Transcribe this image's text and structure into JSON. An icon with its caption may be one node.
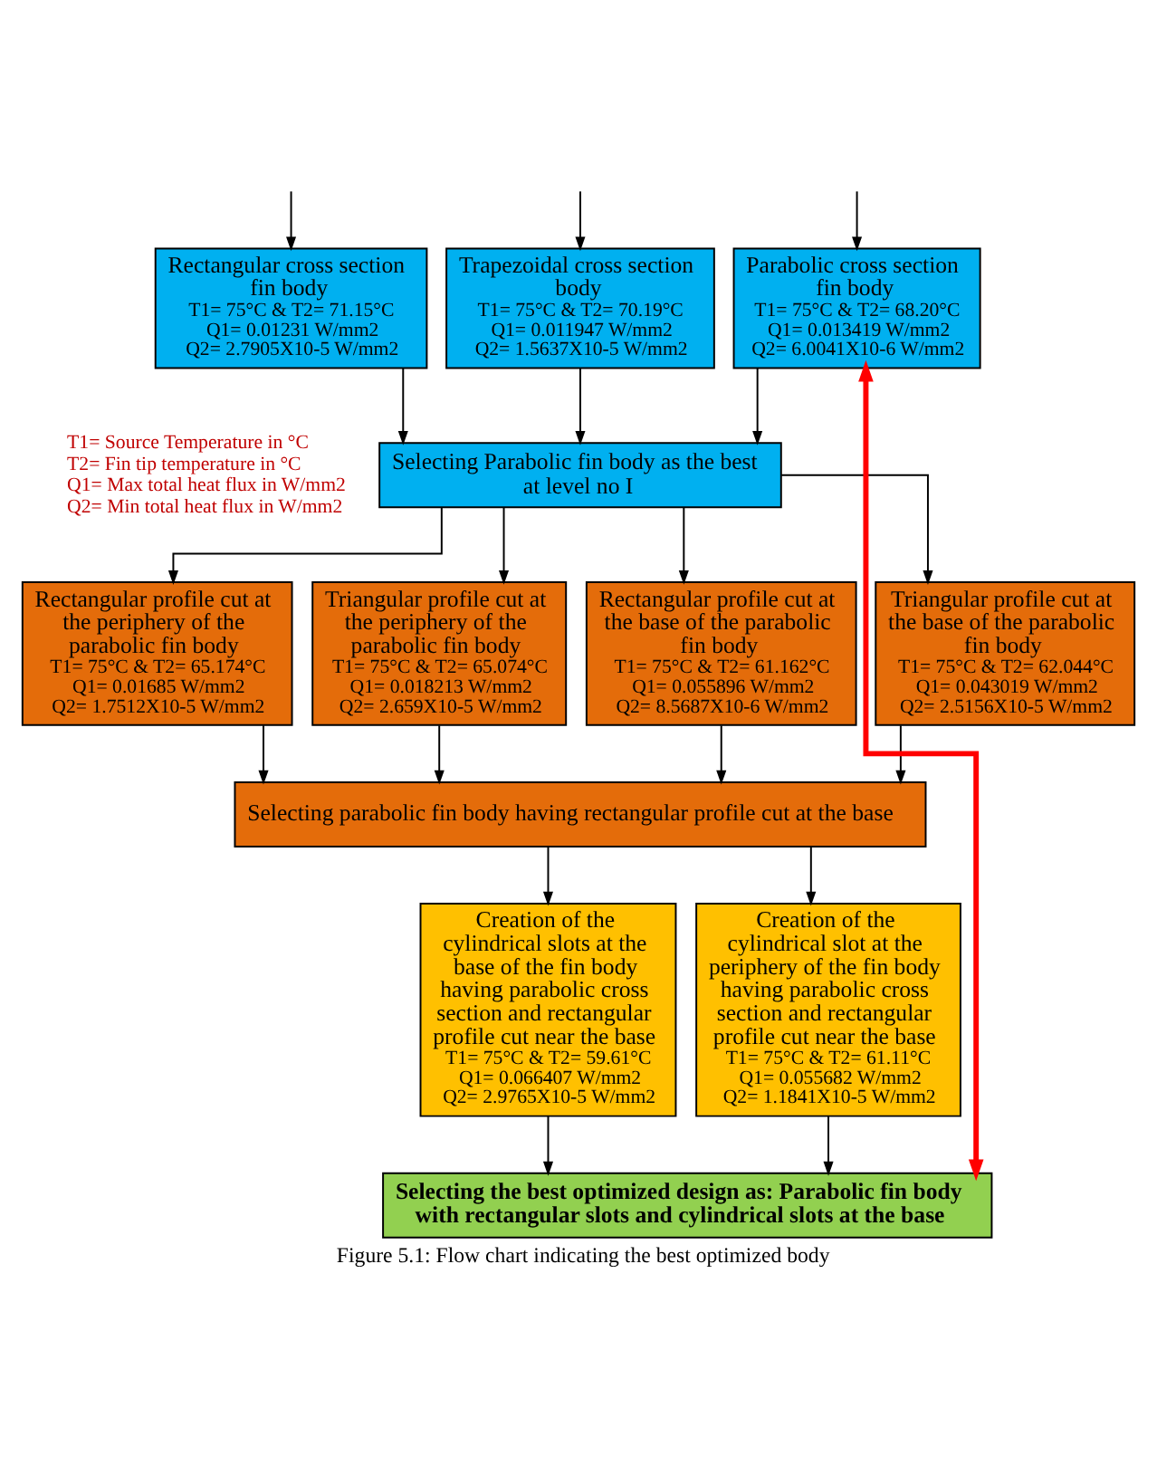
{
  "diagram": {
    "caption": "Figure 5.1: Flow chart indicating the best optimized body",
    "nodes": [
      {
        "text": [
          "Rectangular cross section fin body",
          "T1= 75°C & T2= 71.15°C",
          "Q1= 0.01231 W/mm2",
          "Q2= 2.7905X10-5 W/mm2"
        ]
      },
      {
        "text": [
          "Trapezoidal cross section body",
          "T1= 75°C & T2= 70.19°C",
          "Q1= 0.011947 W/mm2",
          "Q2= 1.5637X10-5 W/mm2"
        ]
      },
      {
        "text": [
          "Parabolic cross section fin body",
          "T1= 75°C & T2= 68.20°C",
          "Q1= 0.013419 W/mm2",
          "Q2= 6.0041X10-6 W/mm2"
        ]
      },
      {
        "text": [
          "Selecting Parabolic fin body as the best at level no I"
        ]
      },
      {
        "text": [
          "Rectangular profile cut at the periphery of the parabolic fin body",
          "T1= 75°C & T2= 65.174°C",
          "Q1= 0.01685 W/mm2",
          "Q2= 1.7512X10-5 W/mm2"
        ]
      },
      {
        "text": [
          "Triangular profile cut at the periphery of the parabolic fin body",
          "T1= 75°C & T2= 65.074°C",
          "Q1= 0.018213 W/mm2",
          "Q2= 2.659X10-5 W/mm2"
        ]
      },
      {
        "text": [
          "Rectangular profile cut at the base of the parabolic fin body",
          "T1= 75°C & T2= 61.162°C",
          "Q1= 0.055896 W/mm2",
          "Q2= 8.5687X10-6 W/mm2"
        ]
      },
      {
        "text": [
          "Triangular profile cut at the base of the parabolic fin body",
          "T1= 75°C & T2= 62.044°C",
          "Q1= 0.043019 W/mm2",
          "Q2= 2.5156X10-5 W/mm2"
        ]
      },
      {
        "text": [
          "Selecting parabolic fin body having rectangular profile cut at the base"
        ]
      },
      {
        "text": [
          "Creation of the cylindrical slots at the base of the fin body having parabolic cross section and rectangular profile cut near the base",
          "T1= 75°C & T2= 59.61°C",
          "Q1= 0.066407 W/mm2",
          "Q2= 2.9765X10-5 W/mm2"
        ]
      },
      {
        "text": [
          "Creation of the cylindrical slot at the periphery of the fin body having parabolic cross section and rectangular profile cut near the base",
          "T1= 75°C & T2= 61.11°C",
          "Q1= 0.055682 W/mm2",
          "Q2= 1.1841X10-5 W/mm2"
        ]
      },
      {
        "text": [
          "Selecting the best optimized design as: Parabolic fin body with rectangular slots and cylindrical slots at the base"
        ]
      }
    ],
    "edges": [
      {
        "from": null,
        "to": 0,
        "arrow": "to"
      },
      {
        "from": null,
        "to": 1,
        "arrow": "to"
      },
      {
        "from": null,
        "to": 2,
        "arrow": "to"
      },
      {
        "from": 0,
        "to": 3,
        "arrow": "to"
      },
      {
        "from": 1,
        "to": 3,
        "arrow": "to"
      },
      {
        "from": 2,
        "to": 3,
        "arrow": "to"
      },
      {
        "from": 3,
        "to": 4,
        "arrow": "to"
      },
      {
        "from": 3,
        "to": 5,
        "arrow": "to"
      },
      {
        "from": 3,
        "to": 6,
        "arrow": "to"
      },
      {
        "from": 3,
        "to": 7,
        "arrow": "to"
      },
      {
        "from": 4,
        "to": 8,
        "arrow": "to"
      },
      {
        "from": 5,
        "to": 8,
        "arrow": "to"
      },
      {
        "from": 6,
        "to": 8,
        "arrow": "to"
      },
      {
        "from": 7,
        "to": 8,
        "arrow": "to"
      },
      {
        "from": 8,
        "to": 9,
        "arrow": "to"
      },
      {
        "from": 8,
        "to": 10,
        "arrow": "to"
      },
      {
        "from": 9,
        "to": 11,
        "arrow": "to"
      },
      {
        "from": 10,
        "to": 11,
        "arrow": "to"
      },
      {
        "from": 11,
        "to": 2,
        "arrow": "both",
        "style": "thick",
        "color": "#ff0000"
      }
    ],
    "labels": [
      "T1= Source Temperature in °C",
      "T2= Fin tip temperature in °C",
      "Q1= Max total heat flux in W/mm2",
      "Q2= Min total heat flux in W/mm2"
    ]
  }
}
